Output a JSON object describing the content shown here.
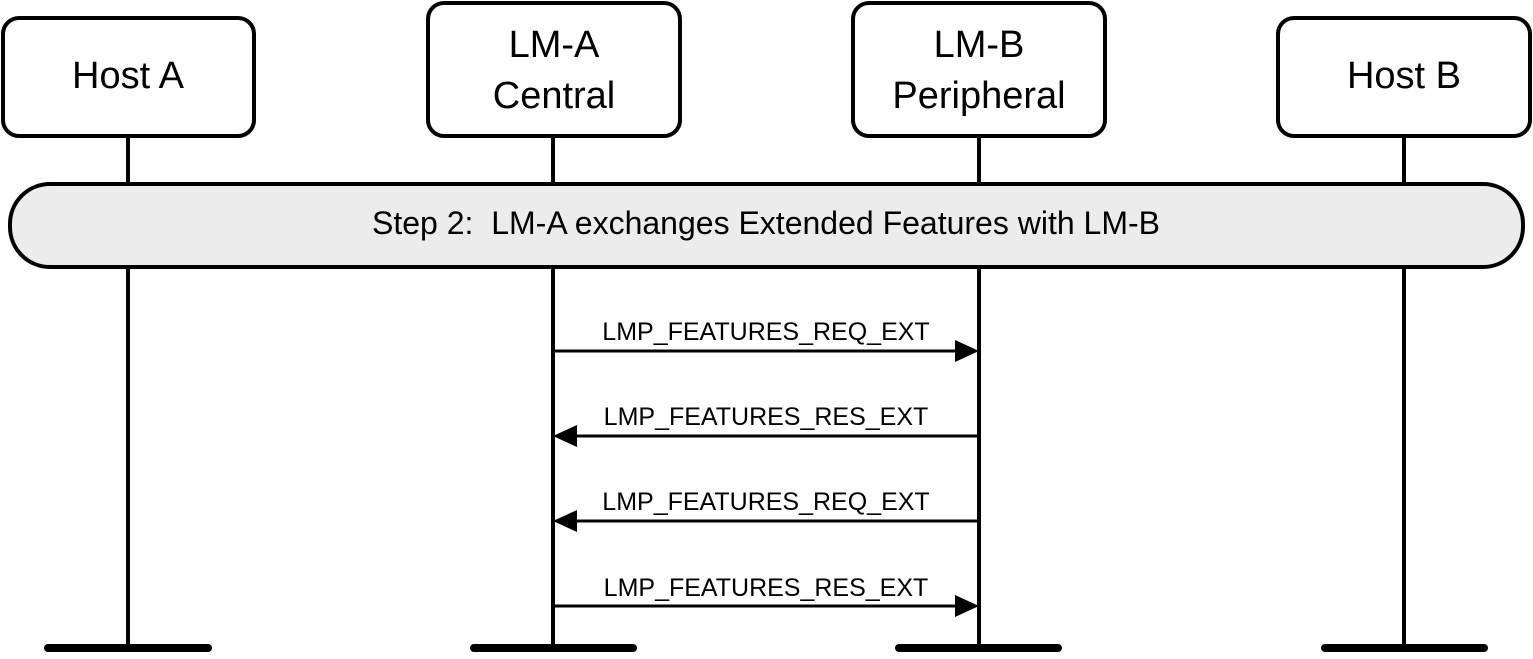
{
  "participants": [
    {
      "id": "host-a",
      "lines": [
        "Host A"
      ]
    },
    {
      "id": "lm-a",
      "lines": [
        "LM-A",
        "Central"
      ]
    },
    {
      "id": "lm-b",
      "lines": [
        "LM-B",
        "Peripheral"
      ]
    },
    {
      "id": "host-b",
      "lines": [
        "Host B"
      ]
    }
  ],
  "step": {
    "label": "Step 2:  LM-A exchanges Extended Features with LM-B"
  },
  "messages": [
    {
      "label": "LMP_FEATURES_REQ_EXT",
      "from": "lm-a",
      "to": "lm-b"
    },
    {
      "label": "LMP_FEATURES_RES_EXT",
      "from": "lm-b",
      "to": "lm-a"
    },
    {
      "label": "LMP_FEATURES_REQ_EXT",
      "from": "lm-b",
      "to": "lm-a"
    },
    {
      "label": "LMP_FEATURES_RES_EXT",
      "from": "lm-a",
      "to": "lm-b"
    }
  ],
  "colors": {
    "stroke": "#000000",
    "box_fill": "#ffffff",
    "step_fill": "#ececec",
    "text": "#000000"
  }
}
